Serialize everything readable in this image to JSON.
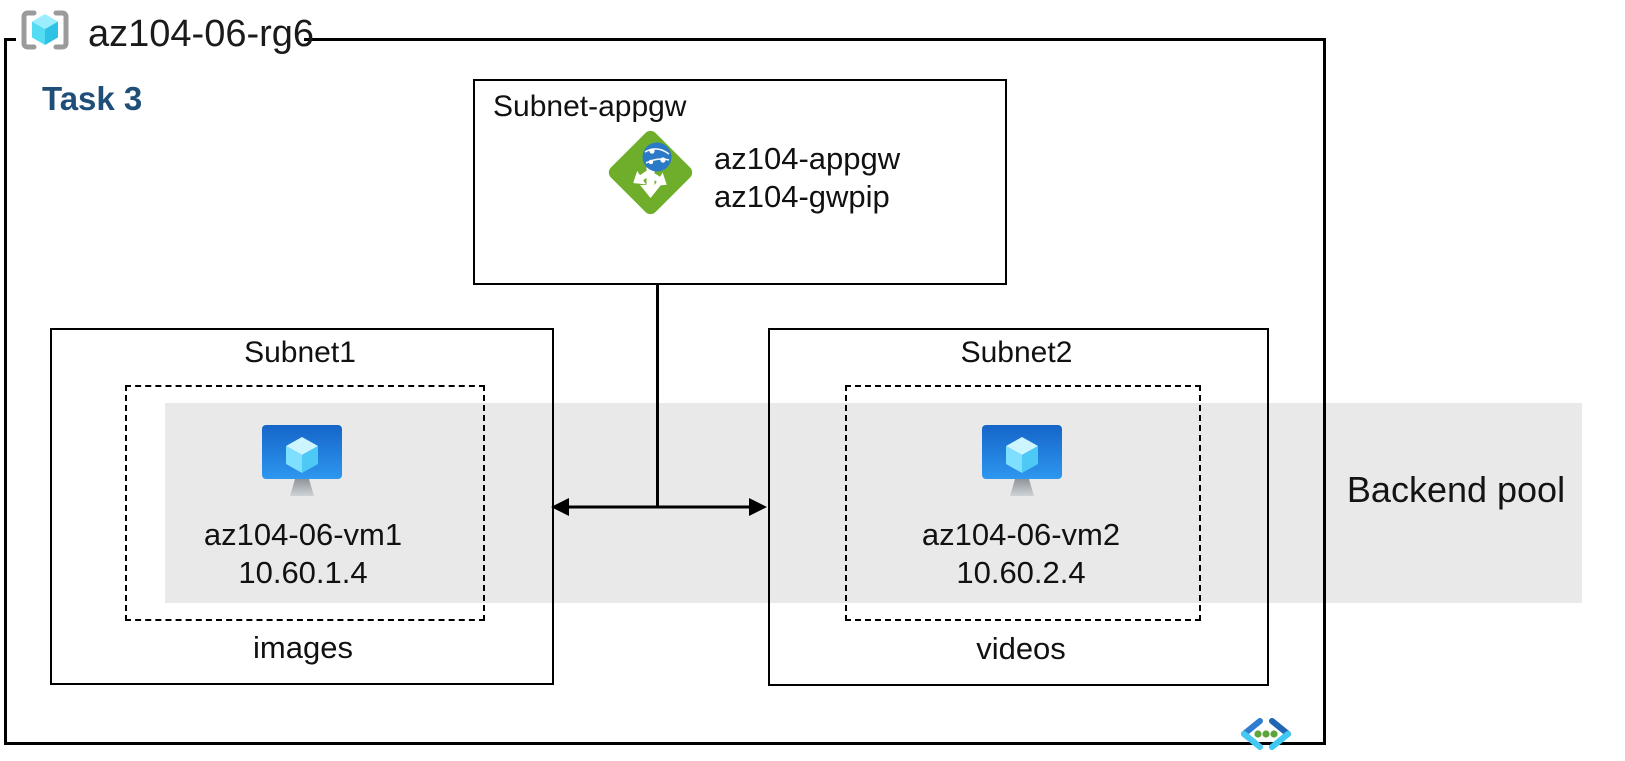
{
  "resource_group": {
    "name": "az104-06-rg6"
  },
  "task_label": "Task 3",
  "appgw_subnet": {
    "label": "Subnet-appgw",
    "gateway_name": "az104-appgw",
    "gateway_public_ip": "az104-gwpip"
  },
  "subnet1": {
    "label": "Subnet1",
    "vm_name": "az104-06-vm1",
    "vm_ip": "10.60.1.4",
    "content_label": "images"
  },
  "subnet2": {
    "label": "Subnet2",
    "vm_name": "az104-06-vm2",
    "vm_ip": "10.60.2.4",
    "content_label": "videos"
  },
  "backend_pool_label": "Backend pool",
  "icons": {
    "resource_group": "resource-group-icon",
    "application_gateway": "application-gateway-icon",
    "virtual_machine": "virtual-machine-icon",
    "virtual_network": "virtual-network-icon"
  },
  "colors": {
    "task_color": "#1f4e79",
    "band_color": "#e9e9e9",
    "line_color": "#000000",
    "appgw_green": "#6fae2b",
    "globe_blue": "#2a7ac7",
    "vm_screen_top": "#1565c8",
    "vm_screen_bottom": "#2e97ef",
    "rg_cube_cyan": "#50d8f5",
    "vnet_blue": "#2e7dd1",
    "vnet_cyan": "#45c8f1",
    "vnet_dot_green": "#5ba53b"
  }
}
